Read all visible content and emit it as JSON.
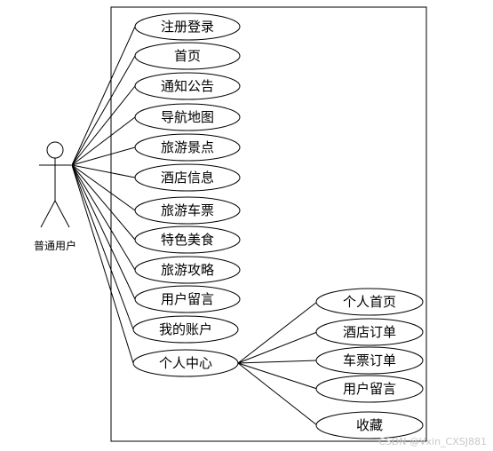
{
  "actor": {
    "label": "普通用户"
  },
  "use_cases": [
    "注册登录",
    "首页",
    "通知公告",
    "导航地图",
    "旅游景点",
    "酒店信息",
    "旅游车票",
    "特色美食",
    "旅游攻略",
    "用户留言",
    "我的账户",
    "个人中心"
  ],
  "sub_use_cases": [
    "个人首页",
    "酒店订单",
    "车票订单",
    "用户留言",
    "收藏"
  ],
  "watermark": "CSDN @Vxin_CXSJ881"
}
